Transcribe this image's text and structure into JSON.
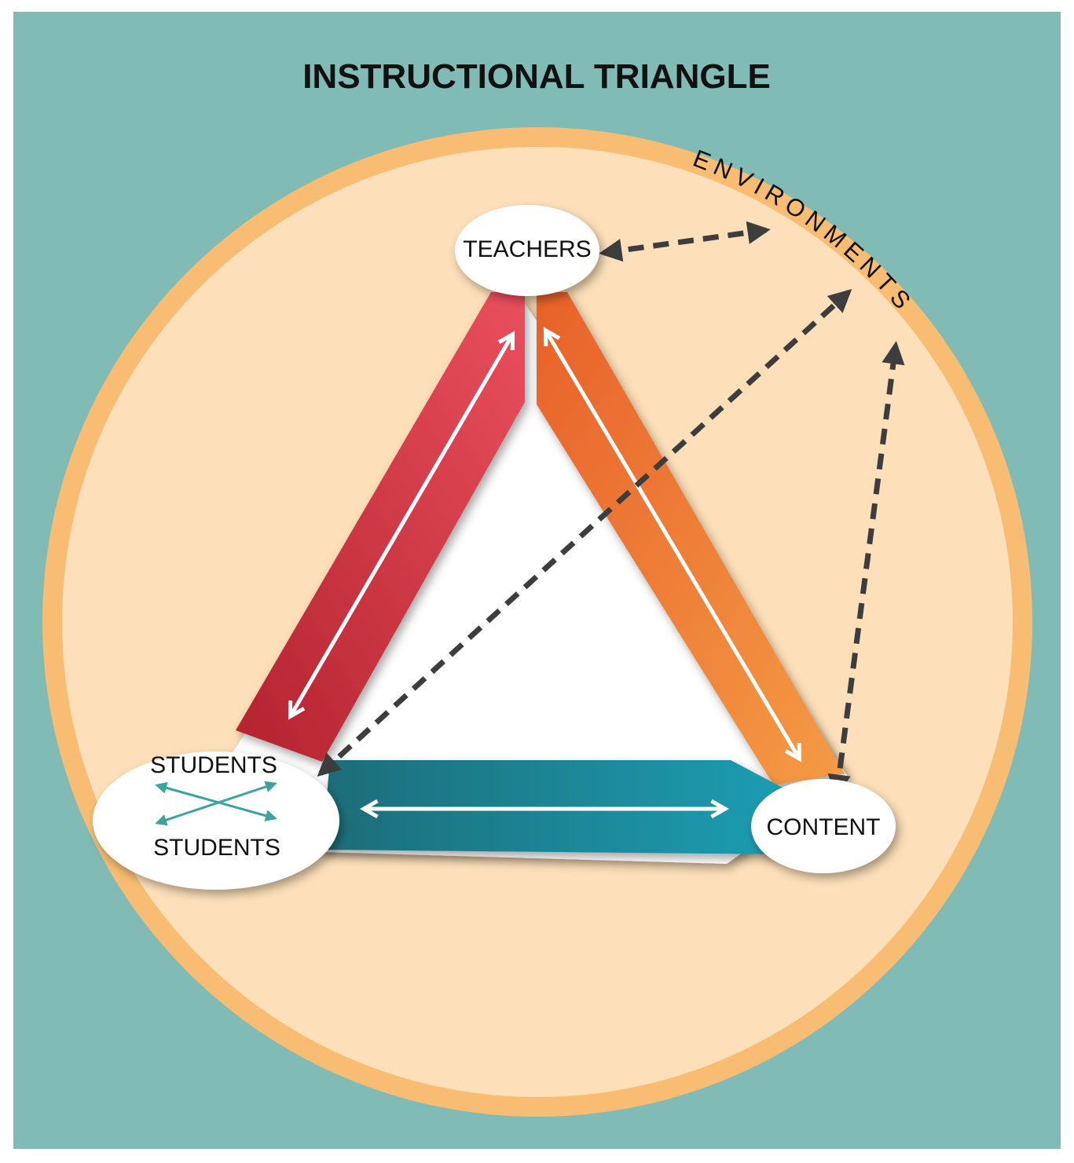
{
  "title": "INSTRUCTIONAL TRIANGLE",
  "environment_label": "ENVIRONMENTS",
  "nodes": {
    "teachers": "TEACHERS",
    "students_top": "STUDENTS",
    "students_bottom": "STUDENTS",
    "content": "CONTENT"
  },
  "colors": {
    "background": "#80bbb5",
    "outer_ring": "#f8bd72",
    "inner_circle": "#fde0b9",
    "teachers_students_band": "#d43d4d",
    "teachers_content_band": "#ec7a2d",
    "students_content_band": "#1c8393",
    "dashed_arrows": "#3d3d3d",
    "students_cross_arrows": "#3aa69b"
  }
}
